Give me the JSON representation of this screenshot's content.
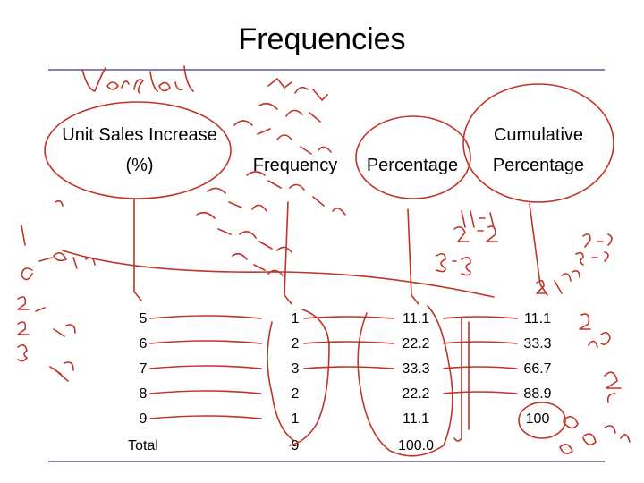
{
  "slide": {
    "title": "Frequencies",
    "accent_color": "#8b7cb1",
    "annotation_color": "#c0332a",
    "table": {
      "headers": {
        "variable_line1": "Unit Sales Increase",
        "variable_line2": "(%)",
        "frequency": "Frequency",
        "percentage": "Percentage",
        "cumulative_line1": "Cumulative",
        "cumulative_line2": "Percentage"
      },
      "rows": [
        {
          "value": "5",
          "frequency": "1",
          "percentage": "11.1",
          "cumulative": "11.1"
        },
        {
          "value": "6",
          "frequency": "2",
          "percentage": "22.2",
          "cumulative": "33.3"
        },
        {
          "value": "7",
          "frequency": "3",
          "percentage": "33.3",
          "cumulative": "66.7"
        },
        {
          "value": "8",
          "frequency": "2",
          "percentage": "22.2",
          "cumulative": "88.9"
        },
        {
          "value": "9",
          "frequency": "1",
          "percentage": "11.1",
          "cumulative": "100"
        }
      ],
      "total": {
        "label": "Total",
        "frequency": "9",
        "percentage": "100.0"
      }
    }
  }
}
